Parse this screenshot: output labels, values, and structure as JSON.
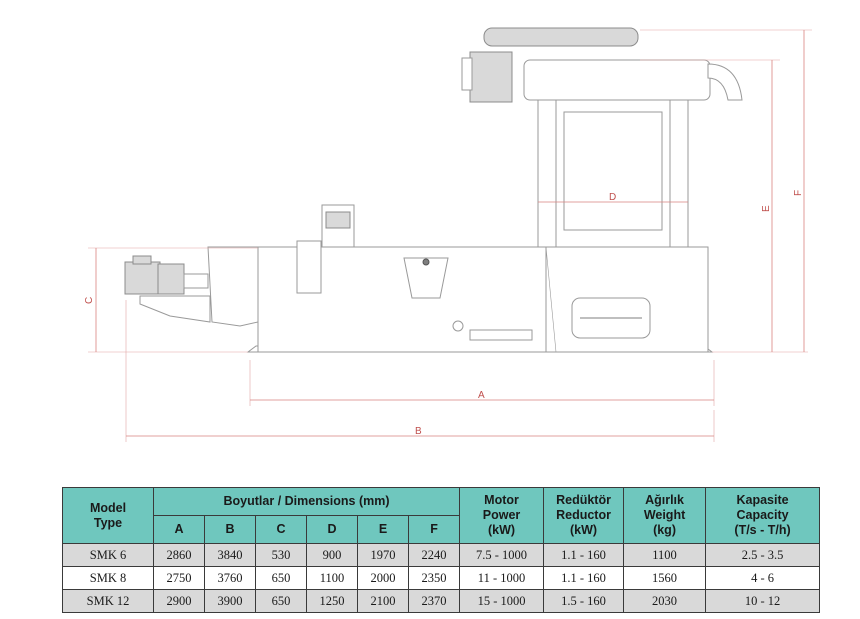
{
  "drawing": {
    "dimensions": {
      "A": "A",
      "B": "B",
      "C": "C",
      "D": "D",
      "E": "E",
      "F": "F"
    },
    "colors": {
      "dimension_line": "#d9837f",
      "machine_outline": "#9a9a9a",
      "machine_fill": "#ffffff",
      "machine_dark": "#7f7f7f"
    }
  },
  "table": {
    "header": {
      "model_type": [
        "Model",
        "Type"
      ],
      "dimensions_group": "Boyutlar / Dimensions (mm)",
      "dim_columns": [
        "A",
        "B",
        "C",
        "D",
        "E",
        "F"
      ],
      "motor_power": [
        "Motor",
        "Power",
        "(kW)"
      ],
      "reductor": [
        "Redüktör",
        "Reductor",
        "(kW)"
      ],
      "weight": [
        "Ağırlık",
        "Weight",
        "(kg)"
      ],
      "capacity": [
        "Kapasite",
        "Capacity",
        "(T/s - T/h)"
      ]
    },
    "rows": [
      {
        "model": "SMK 6",
        "A": "2860",
        "B": "3840",
        "C": "530",
        "D": "900",
        "E": "1970",
        "F": "2240",
        "motor": "7.5 - 1000",
        "reductor": "1.1 - 160",
        "weight": "1100",
        "capacity": "2.5 - 3.5"
      },
      {
        "model": "SMK 8",
        "A": "2750",
        "B": "3760",
        "C": "650",
        "D": "1100",
        "E": "2000",
        "F": "2350",
        "motor": "11 - 1000",
        "reductor": "1.1 - 160",
        "weight": "1560",
        "capacity": "4 - 6"
      },
      {
        "model": "SMK 12",
        "A": "2900",
        "B": "3900",
        "C": "650",
        "D": "1250",
        "E": "2100",
        "F": "2370",
        "motor": "15 - 1000",
        "reductor": "1.5 - 160",
        "weight": "2030",
        "capacity": "10 - 12"
      }
    ],
    "colors": {
      "header_bg": "#6fc7be",
      "row_odd_bg": "#d9d9d9",
      "row_even_bg": "#ffffff",
      "border": "#3a3a3a"
    }
  }
}
